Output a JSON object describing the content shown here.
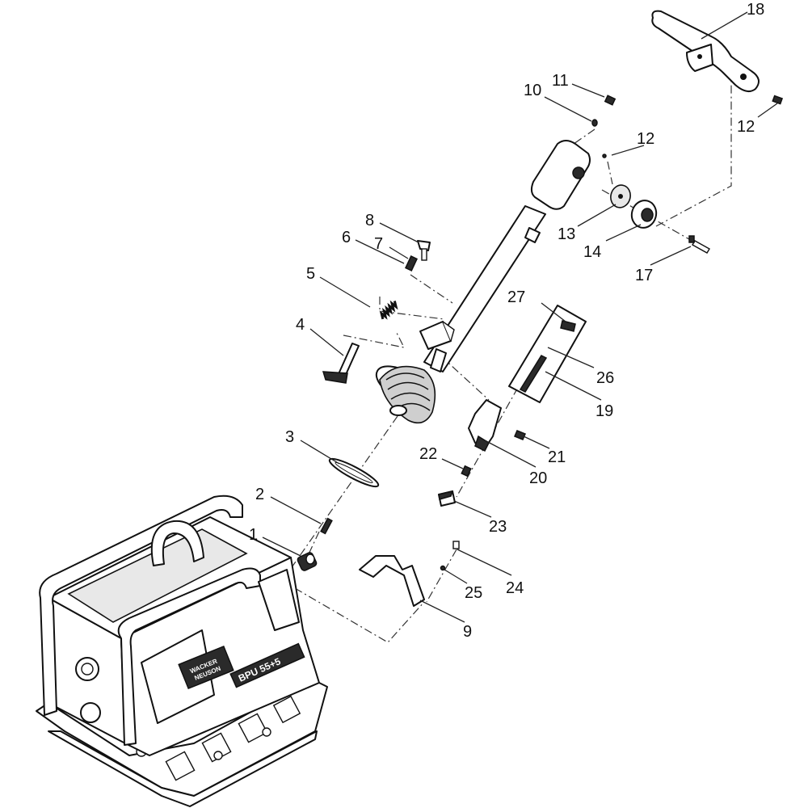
{
  "diagram": {
    "machine_branding": {
      "manufacturer_lines": [
        "WACKER",
        "NEUSON"
      ],
      "model_text": "BPU 55+5"
    },
    "callouts": [
      {
        "id": "1",
        "label": "1"
      },
      {
        "id": "2",
        "label": "2"
      },
      {
        "id": "3",
        "label": "3"
      },
      {
        "id": "4",
        "label": "4"
      },
      {
        "id": "5",
        "label": "5"
      },
      {
        "id": "6",
        "label": "6"
      },
      {
        "id": "7",
        "label": "7"
      },
      {
        "id": "8",
        "label": "8"
      },
      {
        "id": "9",
        "label": "9"
      },
      {
        "id": "10",
        "label": "10"
      },
      {
        "id": "11",
        "label": "11"
      },
      {
        "id": "12a",
        "label": "12"
      },
      {
        "id": "12b",
        "label": "12"
      },
      {
        "id": "13",
        "label": "13"
      },
      {
        "id": "14",
        "label": "14"
      },
      {
        "id": "17",
        "label": "17"
      },
      {
        "id": "18",
        "label": "18"
      },
      {
        "id": "19",
        "label": "19"
      },
      {
        "id": "20",
        "label": "20"
      },
      {
        "id": "21",
        "label": "21"
      },
      {
        "id": "22",
        "label": "22"
      },
      {
        "id": "23",
        "label": "23"
      },
      {
        "id": "24",
        "label": "24"
      },
      {
        "id": "25",
        "label": "25"
      },
      {
        "id": "26",
        "label": "26"
      },
      {
        "id": "27",
        "label": "27"
      }
    ]
  }
}
